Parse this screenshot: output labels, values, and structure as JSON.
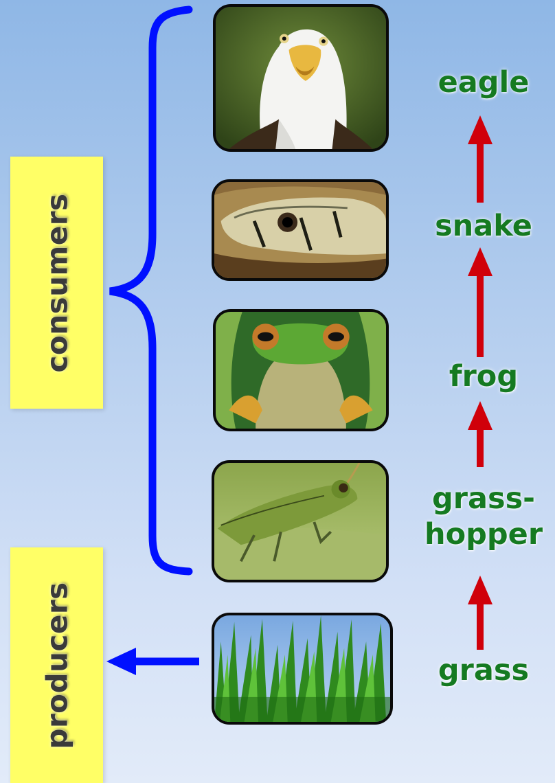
{
  "groups": {
    "consumers": "consumers",
    "producers": "producers"
  },
  "food_chain": [
    {
      "name": "eagle",
      "photo": "eagle-photo"
    },
    {
      "name": "snake",
      "photo": "snake-photo"
    },
    {
      "name": "frog",
      "photo": "frog-photo"
    },
    {
      "name": "grass-\nhopper",
      "photo": "grasshopper-photo"
    },
    {
      "name": "grass",
      "photo": "grass-photo"
    }
  ],
  "colors": {
    "label_text": "#157a21",
    "chain_arrow": "#d0000a",
    "bracket": "#0010ff",
    "group_box": "#ffff66"
  }
}
